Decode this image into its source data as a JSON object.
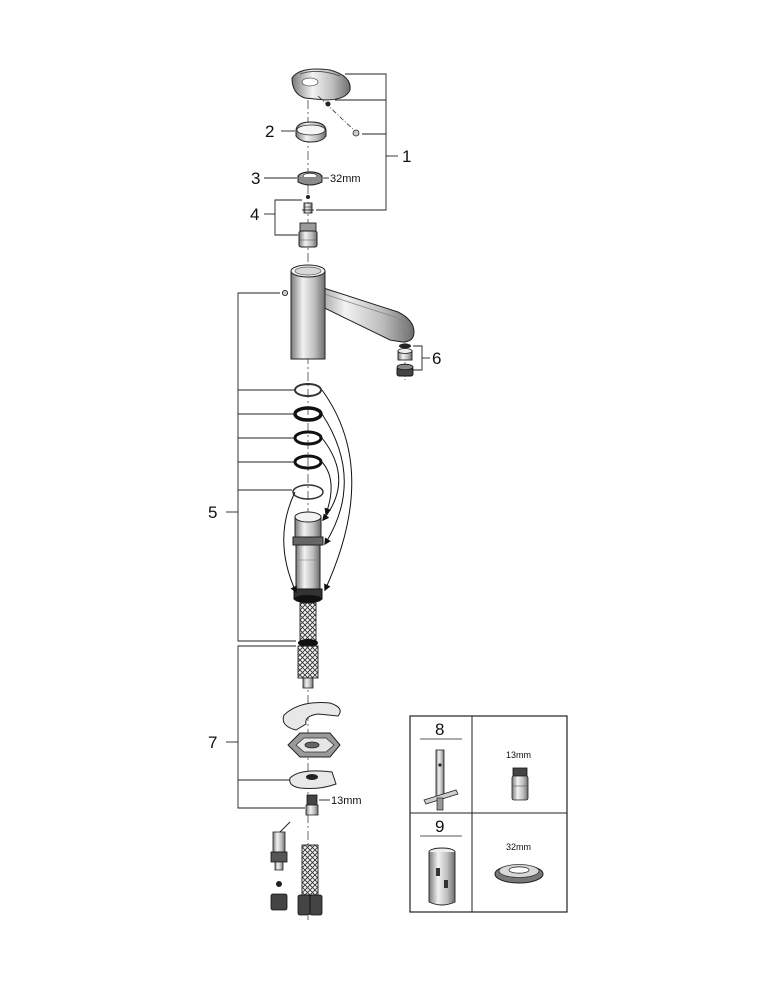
{
  "callouts": {
    "c1": "1",
    "c2": "2",
    "c3": "3",
    "c4": "4",
    "c5": "5",
    "c6": "6",
    "c7": "7",
    "c8": "8",
    "c9": "9"
  },
  "dimensions": {
    "nut_32": "32mm",
    "fitting_13": "13mm",
    "tool_13": "13mm",
    "tool_32": "32mm"
  },
  "colors": {
    "line": "#222222",
    "shade": "#9a9a9a",
    "light": "#e6e6e6"
  }
}
